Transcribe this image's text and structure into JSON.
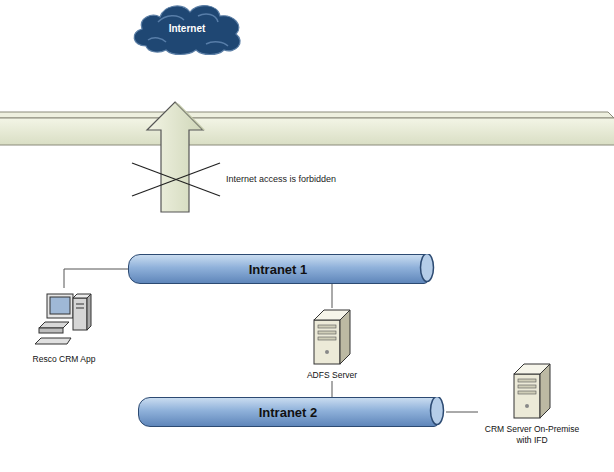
{
  "diagram": {
    "nodes": [
      {
        "text": [
          "Internet"
        ]
      },
      {
        "text": [
          "Intranet 1"
        ]
      },
      {
        "text": [
          "Resco CRM App"
        ]
      },
      {
        "text": [
          "ADFS Server"
        ]
      },
      {
        "text": [
          "Intranet 2"
        ]
      },
      {
        "text": [
          "CRM Server On-Premise with IFD"
        ]
      }
    ],
    "edges": [
      {
        "from": 2,
        "to": 1,
        "arrow": "none"
      },
      {
        "from": 3,
        "to": 1,
        "arrow": "none"
      },
      {
        "from": 3,
        "to": 4,
        "arrow": "none"
      },
      {
        "from": 5,
        "to": 4,
        "arrow": "none"
      }
    ],
    "labels": [
      "Internet access is forbidden"
    ]
  }
}
